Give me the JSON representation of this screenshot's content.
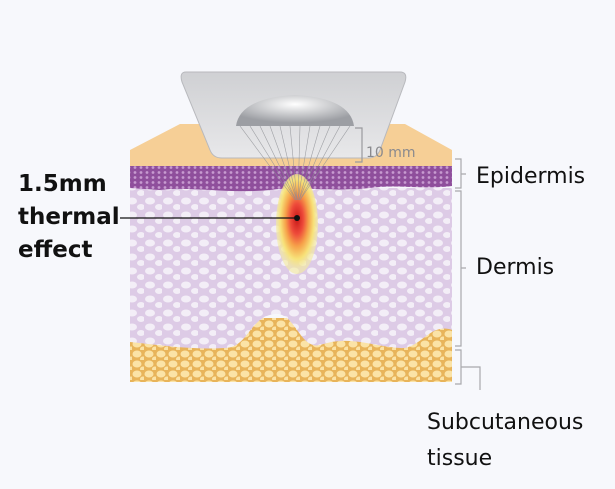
{
  "callout": {
    "lines": [
      "1.5mm",
      "thermal",
      "effect"
    ]
  },
  "device": {
    "distance_label": "10 mm"
  },
  "layers": {
    "epidermis": "Epidermis",
    "dermis": "Dermis",
    "subcutaneous": [
      "Subcutaneous",
      "tissue"
    ]
  },
  "colors": {
    "background": "#f7f8fc",
    "surface": "#f6cf96",
    "epidermis": "#9b5fa6",
    "dermis": "#e4d6ec",
    "subcutaneous": "#f3d68a",
    "device": "#d6d6d8",
    "heat_core": "#e8312b"
  }
}
